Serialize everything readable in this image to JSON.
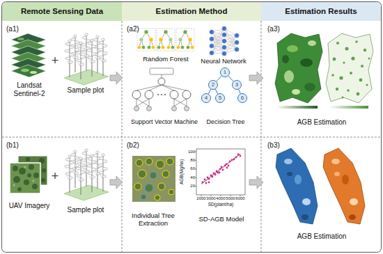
{
  "diagram": {
    "nodes": [
      {
        "text": [
          "Remote Sensing Data"
        ]
      },
      {
        "text": [
          "Estimation Method"
        ]
      },
      {
        "text": [
          "Estimation Results"
        ]
      },
      {
        "text": [
          "(a1)",
          "Landsat Sentinel-2",
          "Sample plot"
        ]
      },
      {
        "text": [
          "(a2)",
          "Random Forest",
          "Neural Network",
          "Support Vector Machine",
          "Decision Tree"
        ]
      },
      {
        "text": [
          "1"
        ],
        "in": 4
      },
      {
        "text": [
          "2"
        ],
        "in": 4
      },
      {
        "text": [
          "3"
        ],
        "in": 4
      },
      {
        "text": [
          "4"
        ],
        "in": 4
      },
      {
        "text": [
          "5"
        ],
        "in": 4
      },
      {
        "text": [
          "6"
        ],
        "in": 4
      },
      {
        "text": [
          "(a3)",
          "AGB Estimation"
        ]
      },
      {
        "text": [
          "(b1)",
          "UAV Imagery",
          "Sample plot"
        ]
      },
      {
        "text": [
          "(b2)",
          "Individual Tree Extraction",
          "SD-AGB Model"
        ]
      },
      {
        "text": [
          "(b3)",
          "AGB Estimation"
        ]
      }
    ],
    "edges": [
      {
        "from": 3,
        "to": 4,
        "arrow": "to"
      },
      {
        "from": 4,
        "to": 11,
        "arrow": "to"
      },
      {
        "from": 12,
        "to": 13,
        "arrow": "to"
      },
      {
        "from": 13,
        "to": 14,
        "arrow": "to"
      },
      {
        "from": 5,
        "to": 6,
        "arrow": "none"
      },
      {
        "from": 5,
        "to": 7,
        "arrow": "none"
      },
      {
        "from": 6,
        "to": 8,
        "arrow": "none"
      },
      {
        "from": 6,
        "to": 9,
        "arrow": "none"
      },
      {
        "from": 7,
        "to": 10,
        "arrow": "none"
      }
    ],
    "labels": [
      "+",
      "+",
      "AGB(Mg/ha)",
      "100",
      "80",
      "60",
      "40",
      "20",
      "2000",
      "3000",
      "4000",
      "5000",
      "6000",
      "SD(plant/ha)"
    ]
  }
}
